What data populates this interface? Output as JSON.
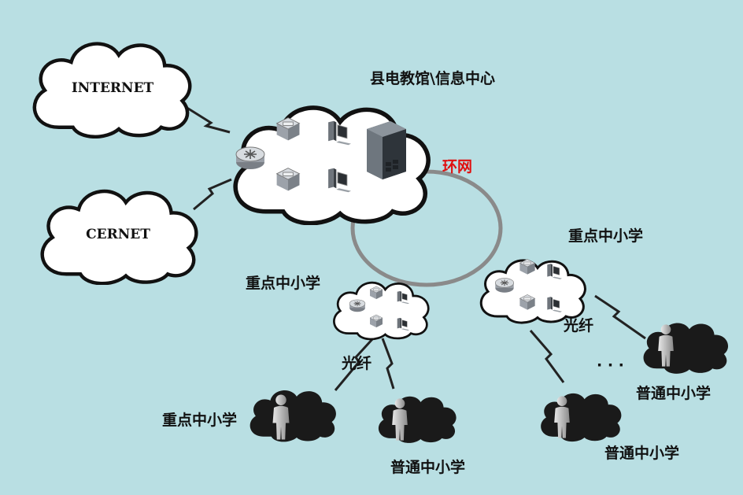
{
  "colors": {
    "background": "#b9dfe3",
    "ring": "#8a8a8a",
    "ring_label": "#e01010",
    "dark_cloud": "#1a1a1a",
    "cloud_fill": "#ffffff"
  },
  "clouds": {
    "internet": "INTERNET",
    "cernet": "CERNET"
  },
  "labels": {
    "center": "县电教馆\\信息中心",
    "ring": "环网",
    "key_school_left": "重点中小学",
    "key_school_right": "重点中小学",
    "fiber_left": "光纤",
    "fiber_right": "光纤",
    "branch_key_school": "重点中小学",
    "branch_school_left": "普通中小学",
    "branch_school_mid": "普通中小学",
    "branch_school_right": "普通中小学",
    "ellipsis": "· · ·"
  },
  "icons": [
    "router-icon",
    "switch-icon",
    "computer-icon",
    "server-icon",
    "person-icon",
    "lightning-link-icon"
  ]
}
